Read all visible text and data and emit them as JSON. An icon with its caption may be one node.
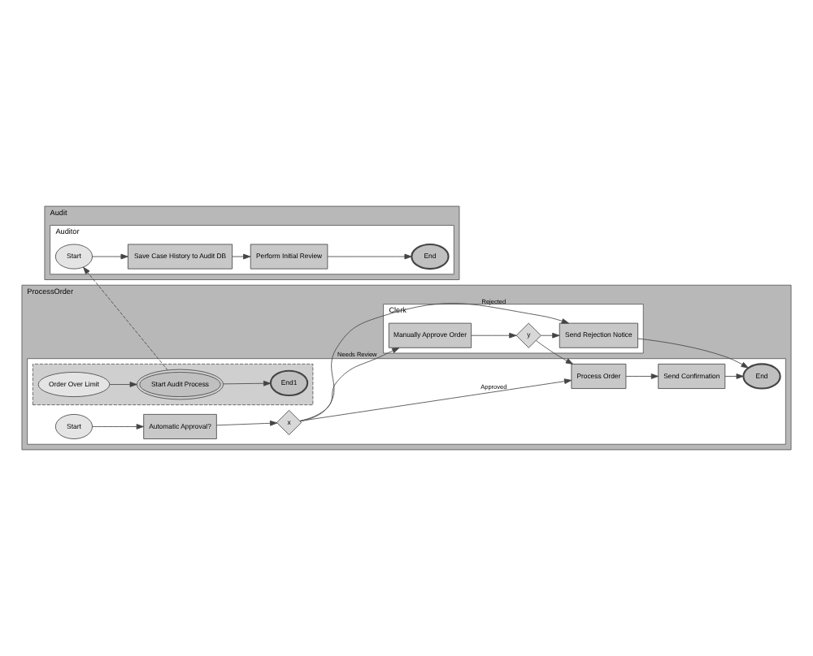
{
  "diagram": {
    "nodes": [
      {
        "text": [
          "Audit"
        ]
      },
      {
        "text": [
          "Auditor"
        ],
        "in": 0
      },
      {
        "text": [
          "Start"
        ],
        "in": 1
      },
      {
        "text": [
          "Save Case History to Audit DB"
        ],
        "in": 1
      },
      {
        "text": [
          "Perform Initial Review"
        ],
        "in": 1
      },
      {
        "text": [
          "End"
        ],
        "in": 1
      },
      {
        "text": [
          "ProcessOrder"
        ]
      },
      {
        "text": [],
        "shape": "box",
        "in": 6
      },
      {
        "text": [],
        "shape": "box",
        "in": 7
      },
      {
        "text": [
          "Order Over Limit"
        ],
        "in": 8
      },
      {
        "text": [
          "Start Audit Process"
        ],
        "in": 8
      },
      {
        "text": [
          "End1"
        ],
        "in": 8
      },
      {
        "text": [
          "Start"
        ],
        "in": 7
      },
      {
        "text": [
          "Automatic Approval?"
        ],
        "in": 7
      },
      {
        "text": [
          "x"
        ],
        "in": 7
      },
      {
        "text": [
          "Process Order"
        ],
        "in": 7
      },
      {
        "text": [
          "Send Confirmation"
        ],
        "in": 7
      },
      {
        "text": [
          "End"
        ],
        "in": 7
      },
      {
        "text": [
          "Clerk"
        ],
        "in": 6
      },
      {
        "text": [
          "Manually Approve Order"
        ],
        "in": 18
      },
      {
        "text": [
          "y"
        ],
        "in": 18
      },
      {
        "text": [
          "Send Rejection Notice"
        ],
        "in": 18
      }
    ],
    "edges": [
      {
        "from": 2,
        "to": 3,
        "arrow": "to"
      },
      {
        "from": 3,
        "to": 4,
        "arrow": "to"
      },
      {
        "from": 4,
        "to": 5,
        "arrow": "to"
      },
      {
        "from": 10,
        "to": 2,
        "arrow": "to",
        "style": "dashed"
      },
      {
        "from": 9,
        "to": 10,
        "arrow": "to"
      },
      {
        "from": 10,
        "to": 11,
        "arrow": "to"
      },
      {
        "from": 12,
        "to": 13,
        "arrow": "to"
      },
      {
        "from": 13,
        "to": 14,
        "arrow": "to"
      },
      {
        "from": 14,
        "to": 15,
        "arrow": "to",
        "label": "Approved"
      },
      {
        "from": 15,
        "to": 16,
        "arrow": "to"
      },
      {
        "from": 16,
        "to": 17,
        "arrow": "to"
      },
      {
        "from": 14,
        "to": 19,
        "arrow": "to",
        "label": "Needs Review"
      },
      {
        "from": 14,
        "to": 21,
        "arrow": "to",
        "label": "Rejected"
      },
      {
        "from": 19,
        "to": 20,
        "arrow": "to"
      },
      {
        "from": 20,
        "to": 15,
        "arrow": "to"
      },
      {
        "from": 20,
        "to": 21,
        "arrow": "to"
      },
      {
        "from": 21,
        "to": 17,
        "arrow": "to"
      }
    ]
  }
}
